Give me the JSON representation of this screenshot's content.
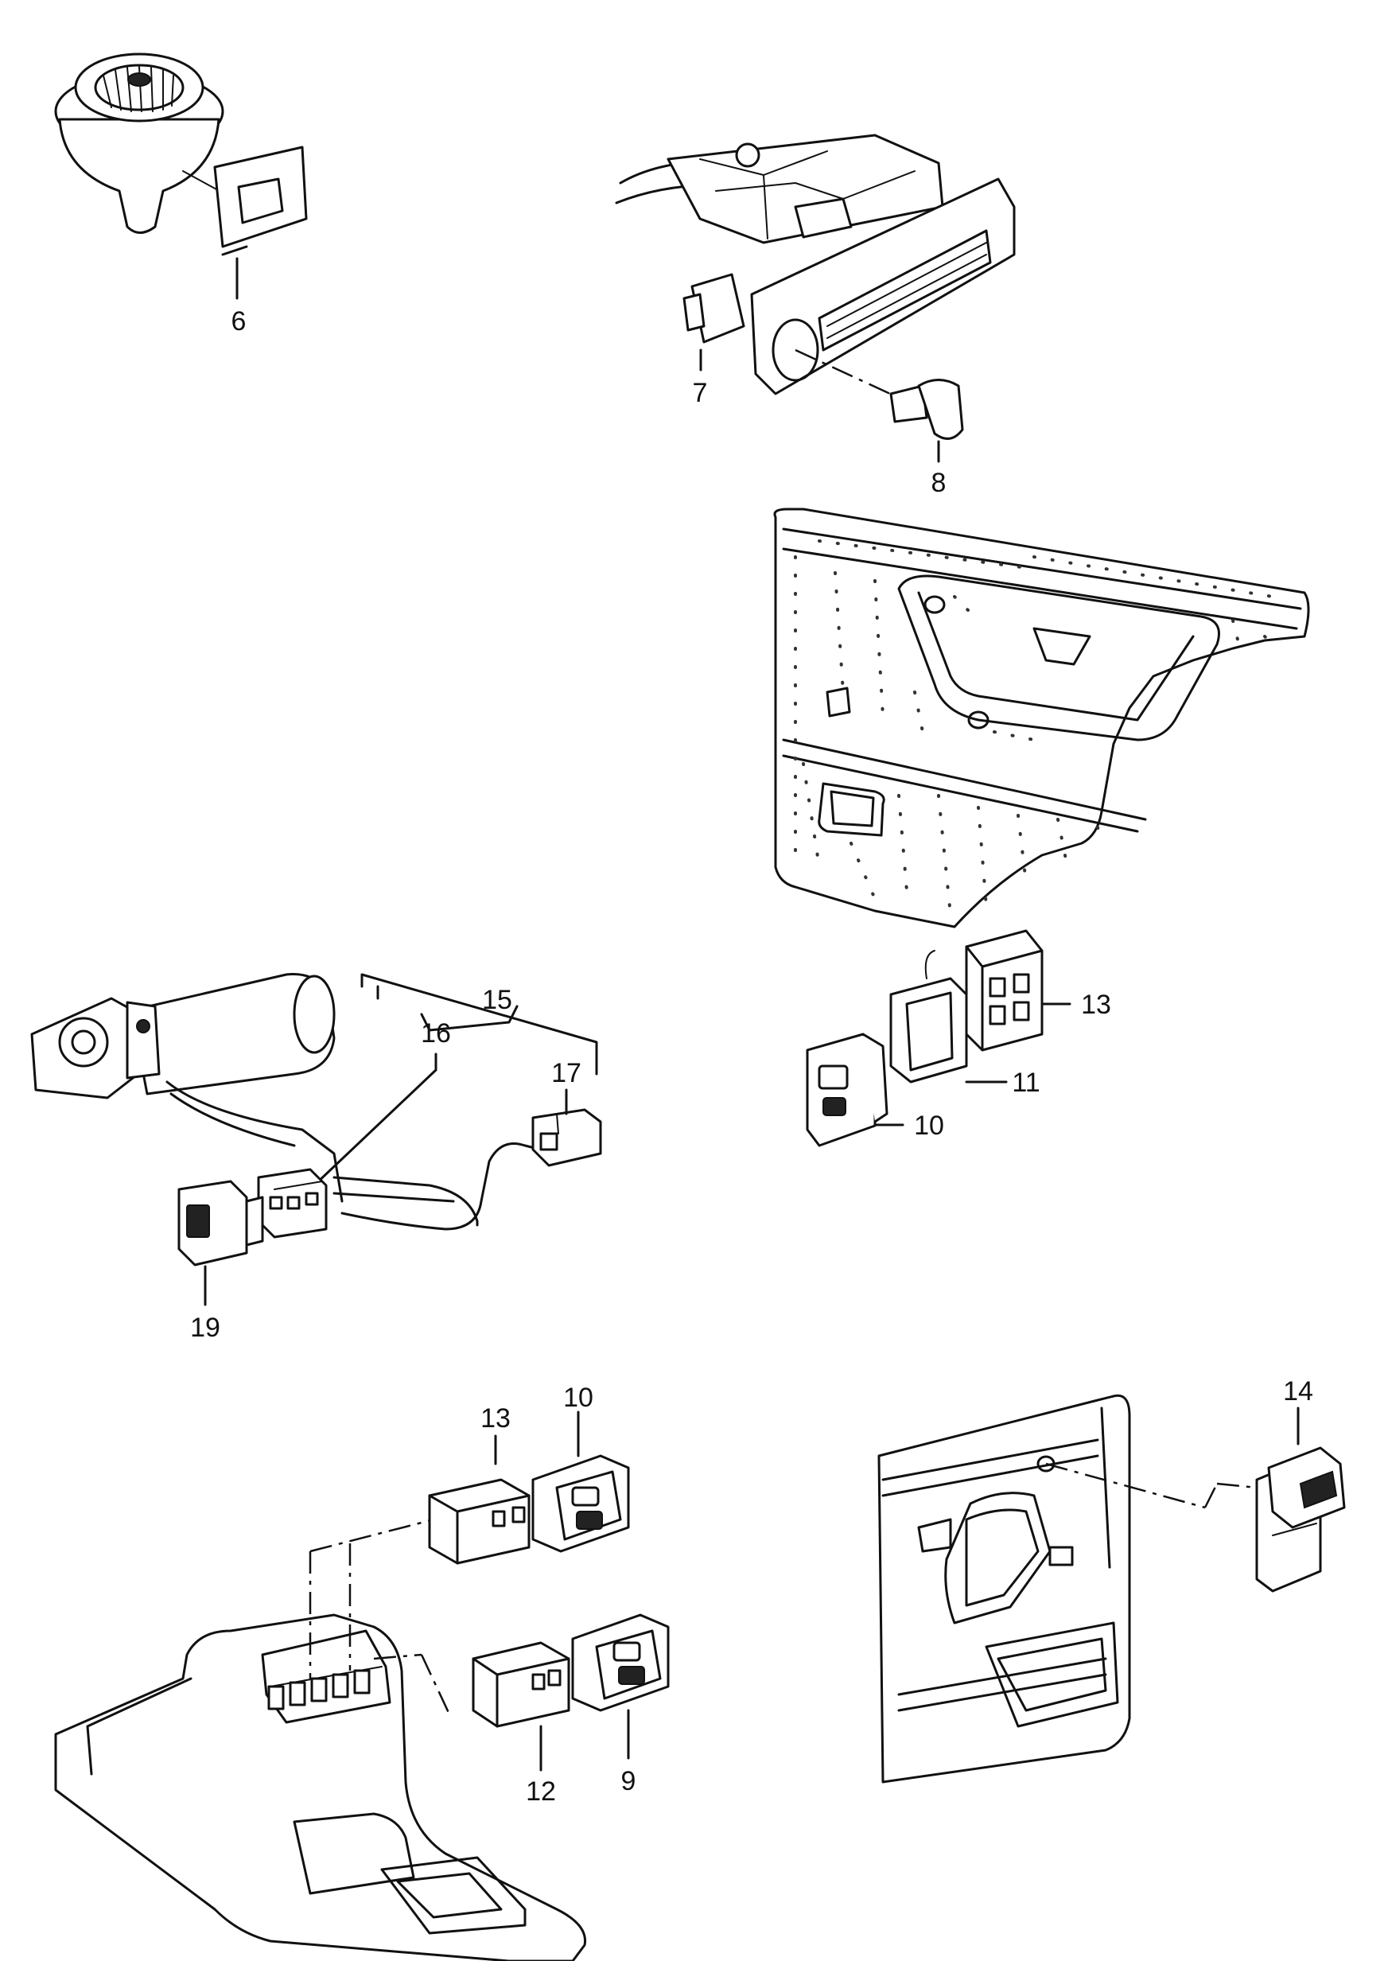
{
  "parts": {
    "p6": "6",
    "p7": "7",
    "p8": "8",
    "p9": "9",
    "p10a": "10",
    "p10b": "10",
    "p11": "11",
    "p12": "12",
    "p13a": "13",
    "p13b": "13",
    "p14": "14",
    "p15": "15",
    "p16": "16",
    "p17": "17",
    "p19": "19"
  }
}
